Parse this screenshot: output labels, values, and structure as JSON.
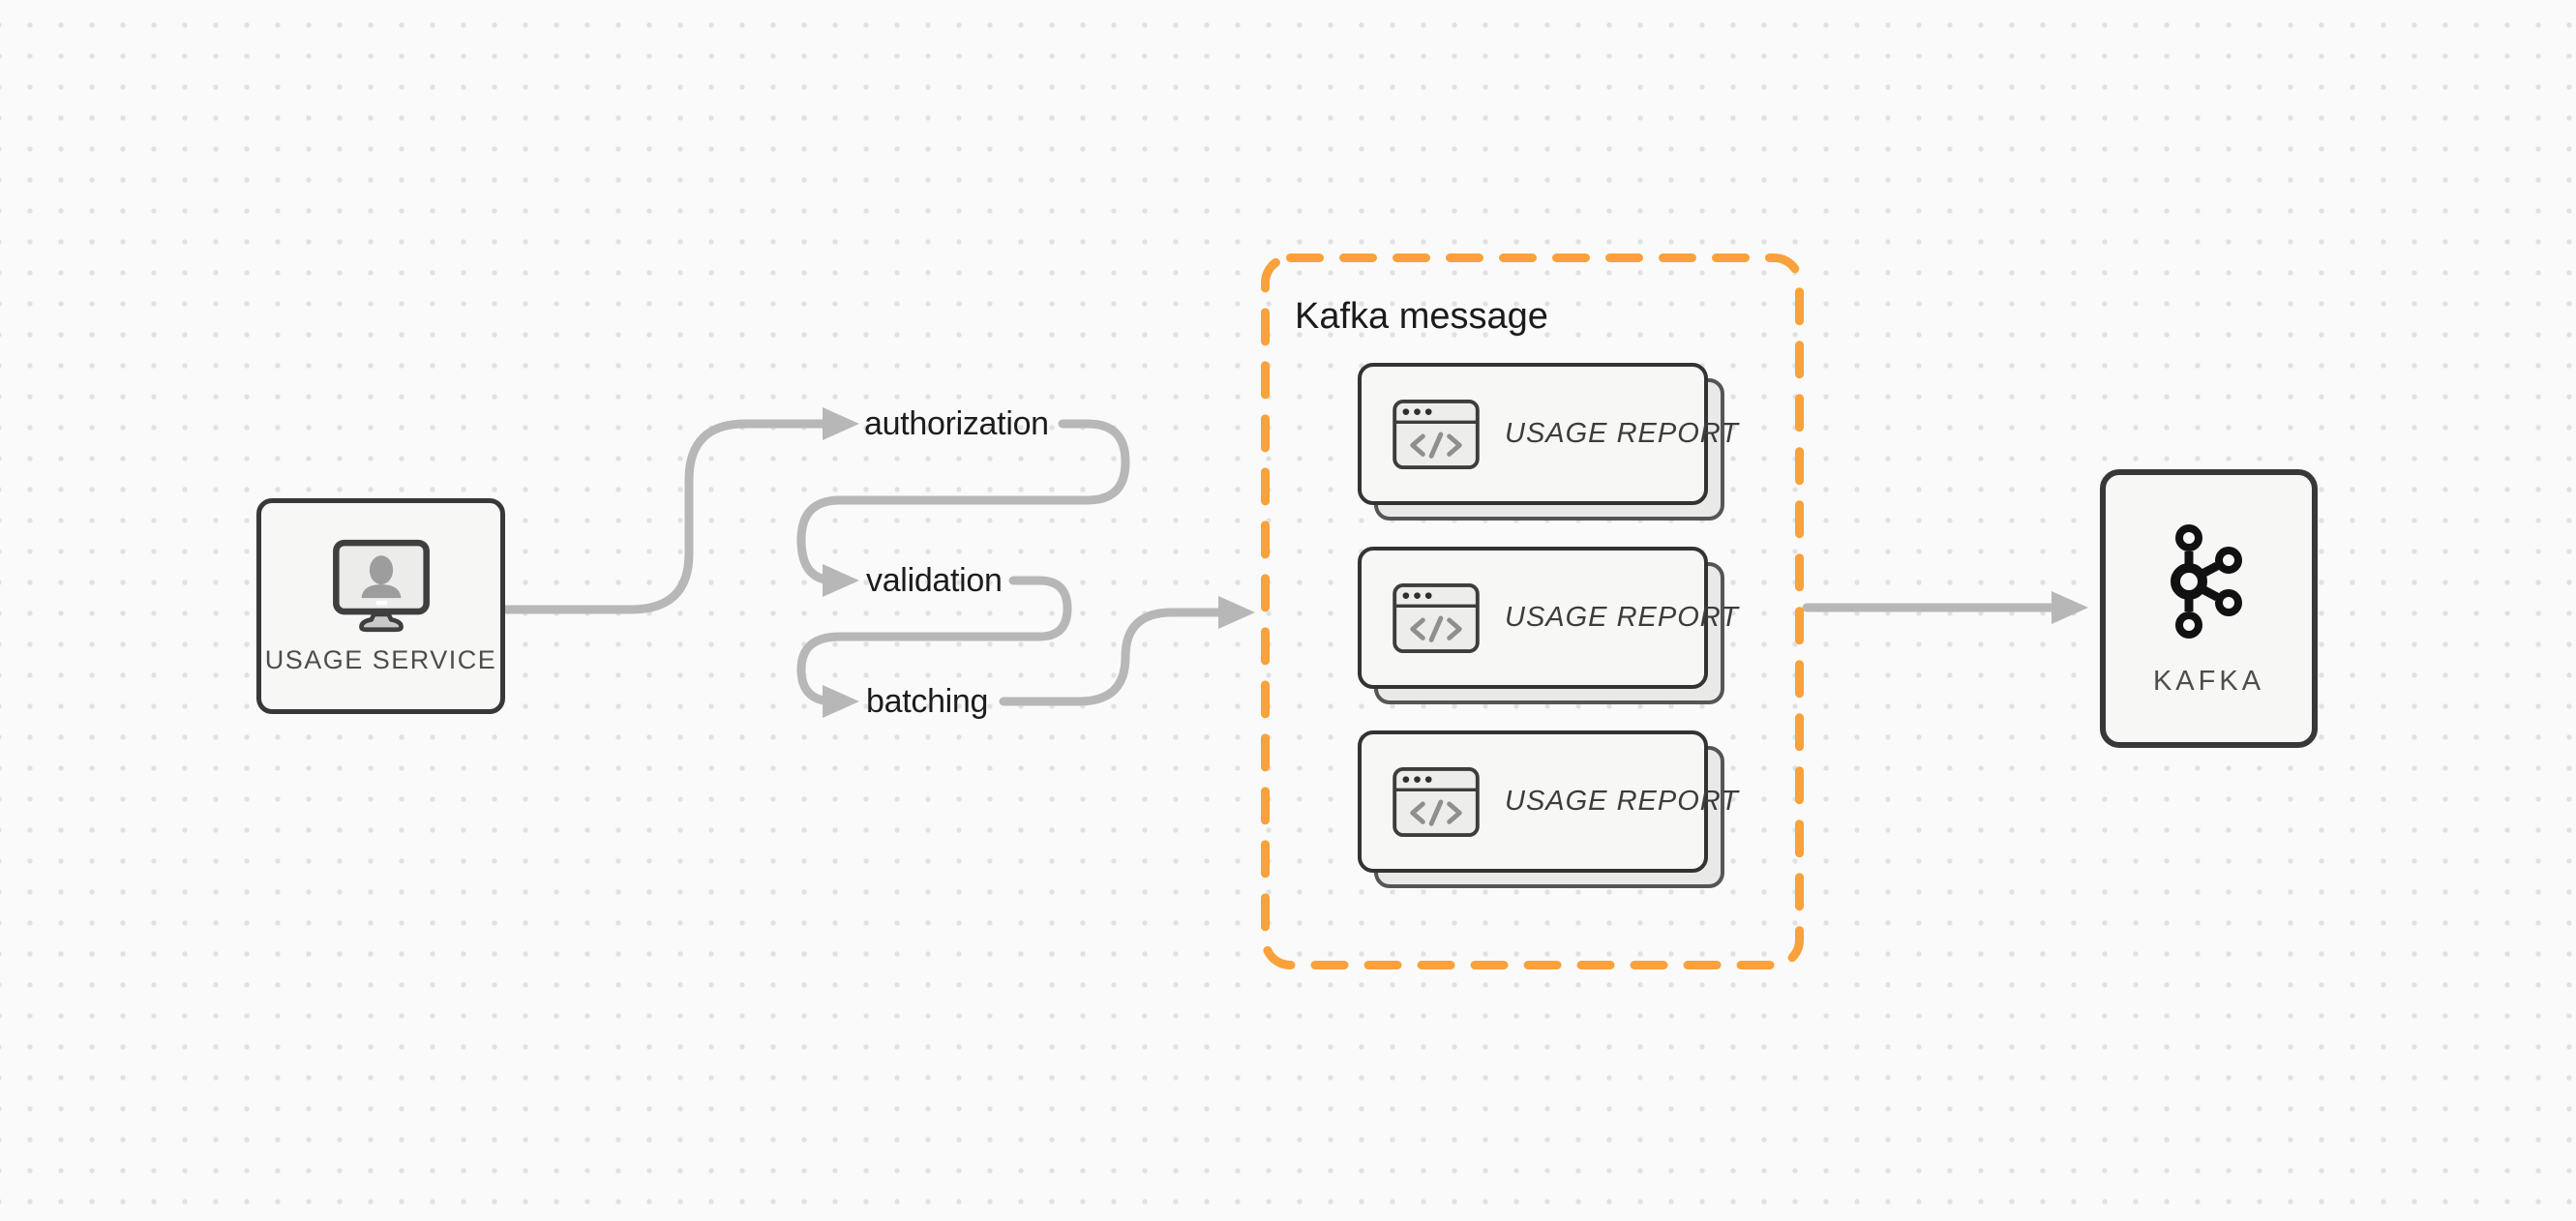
{
  "diagram": {
    "source_node": {
      "label": "USAGE SERVICE",
      "icon": "user-monitor-icon"
    },
    "steps": [
      {
        "label": "authorization"
      },
      {
        "label": "validation"
      },
      {
        "label": "batching"
      }
    ],
    "kafka_message_group": {
      "title": "Kafka message",
      "cards": [
        {
          "label": "USAGE REPORT",
          "icon": "code-window-icon"
        },
        {
          "label": "USAGE REPORT",
          "icon": "code-window-icon"
        },
        {
          "label": "USAGE REPORT",
          "icon": "code-window-icon"
        }
      ]
    },
    "target_node": {
      "label": "KAFKA",
      "icon": "kafka-logo-icon"
    },
    "colors": {
      "background": "#fafafa",
      "dot_grid": "#e1e1e1",
      "arrow": "#b7b7b7",
      "node_border": "#383838",
      "node_fill": "#f7f7f5",
      "group_border_orange": "#f9a13b",
      "step_text": "#1c1c1e",
      "muted_label_text": "#4d4d4d"
    }
  }
}
